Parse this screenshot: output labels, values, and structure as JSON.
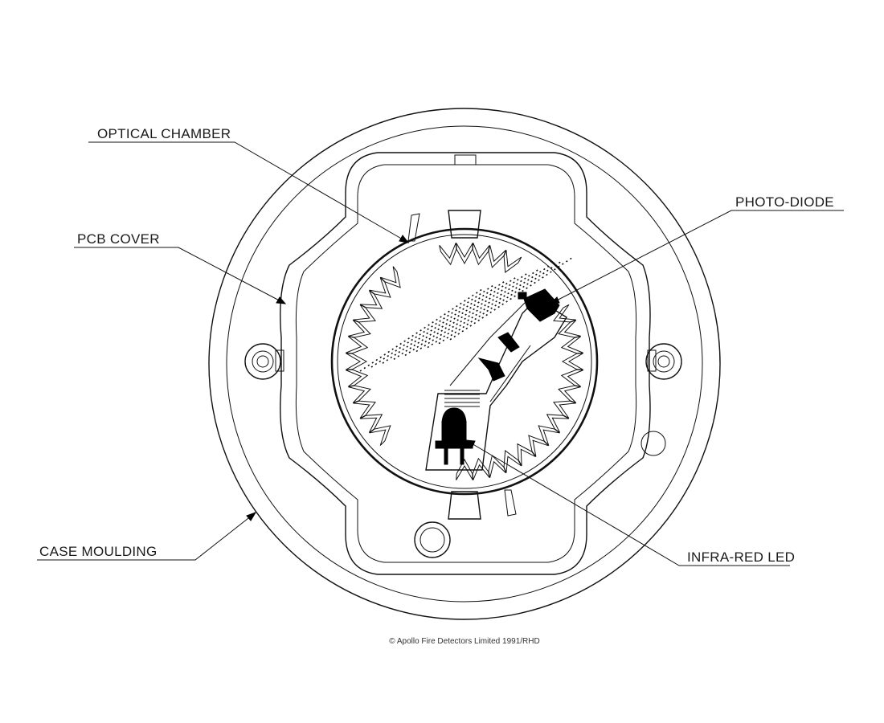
{
  "diagram": {
    "labels": {
      "optical_chamber": "OPTICAL CHAMBER",
      "pcb_cover": "PCB COVER",
      "case_moulding": "CASE MOULDING",
      "photo_diode": "PHOTO-DIODE",
      "infra_red_led": "INFRA-RED LED"
    },
    "copyright": "© Apollo Fire Detectors Limited 1991/RHD"
  }
}
